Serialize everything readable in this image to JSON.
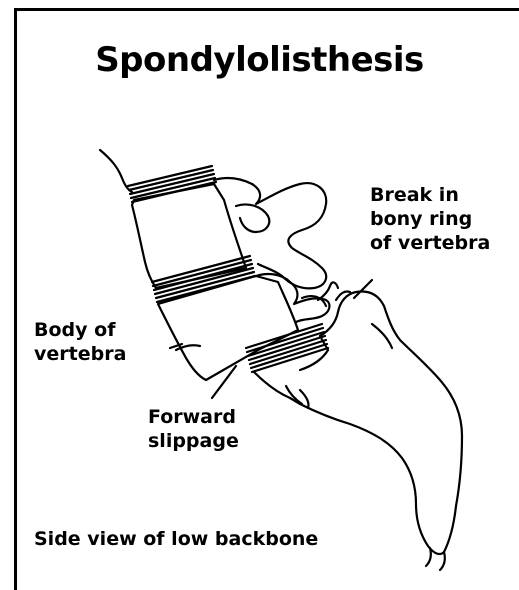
{
  "title": "Spondylolisthesis",
  "labels": {
    "break_line1": "Break in",
    "break_line2": "bony ring",
    "break_line3": "of vertebra",
    "body_line1": "Body of",
    "body_line2": "vertebra",
    "slip_line1": "Forward",
    "slip_line2": "slippage",
    "side_view": "Side view of low backbone"
  }
}
